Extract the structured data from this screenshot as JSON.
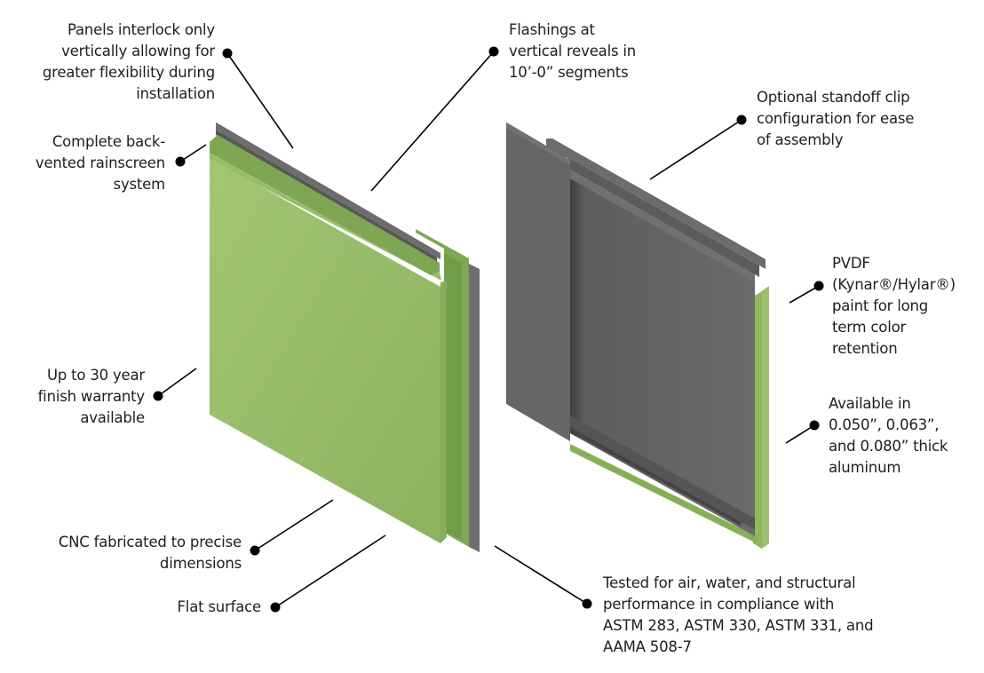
{
  "colors": {
    "green_face": "#93b865",
    "green_light": "#9fc270",
    "green_dark": "#739a45",
    "gray_panel": "#666666",
    "gray_dark": "#4a4a4a",
    "gray_light": "#7a7a7a",
    "leader": "#000000"
  },
  "callouts": [
    {
      "id": "interlock",
      "lines": [
        "Panels interlock only",
        "vertically allowing for",
        "greater flexibility during",
        "installation"
      ]
    },
    {
      "id": "rainscreen",
      "lines": [
        "Complete back-",
        "vented rainscreen",
        "system"
      ]
    },
    {
      "id": "flashings",
      "lines": [
        "Flashings at",
        "vertical reveals in",
        "10’-0” segments"
      ]
    },
    {
      "id": "standoff",
      "lines": [
        "Optional standoff clip",
        "configuration for ease",
        "of assembly"
      ]
    },
    {
      "id": "pvdf",
      "lines": [
        "PVDF",
        "(Kynar®/Hylar®)",
        "paint for long",
        "term color",
        "retention"
      ]
    },
    {
      "id": "warranty",
      "lines": [
        "Up to 30 year",
        "finish warranty",
        "available"
      ]
    },
    {
      "id": "thickness",
      "lines": [
        "Available in",
        "0.050”, 0.063”,",
        "and 0.080” thick",
        "aluminum"
      ]
    },
    {
      "id": "cnc",
      "lines": [
        "CNC fabricated to precise",
        "dimensions"
      ]
    },
    {
      "id": "flat",
      "lines": [
        "Flat surface"
      ]
    },
    {
      "id": "tested",
      "lines": [
        "Tested for air, water, and structural",
        "performance in compliance with",
        "ASTM 283, ASTM 330, ASTM 331, and",
        "AAMA 508-7"
      ]
    }
  ]
}
